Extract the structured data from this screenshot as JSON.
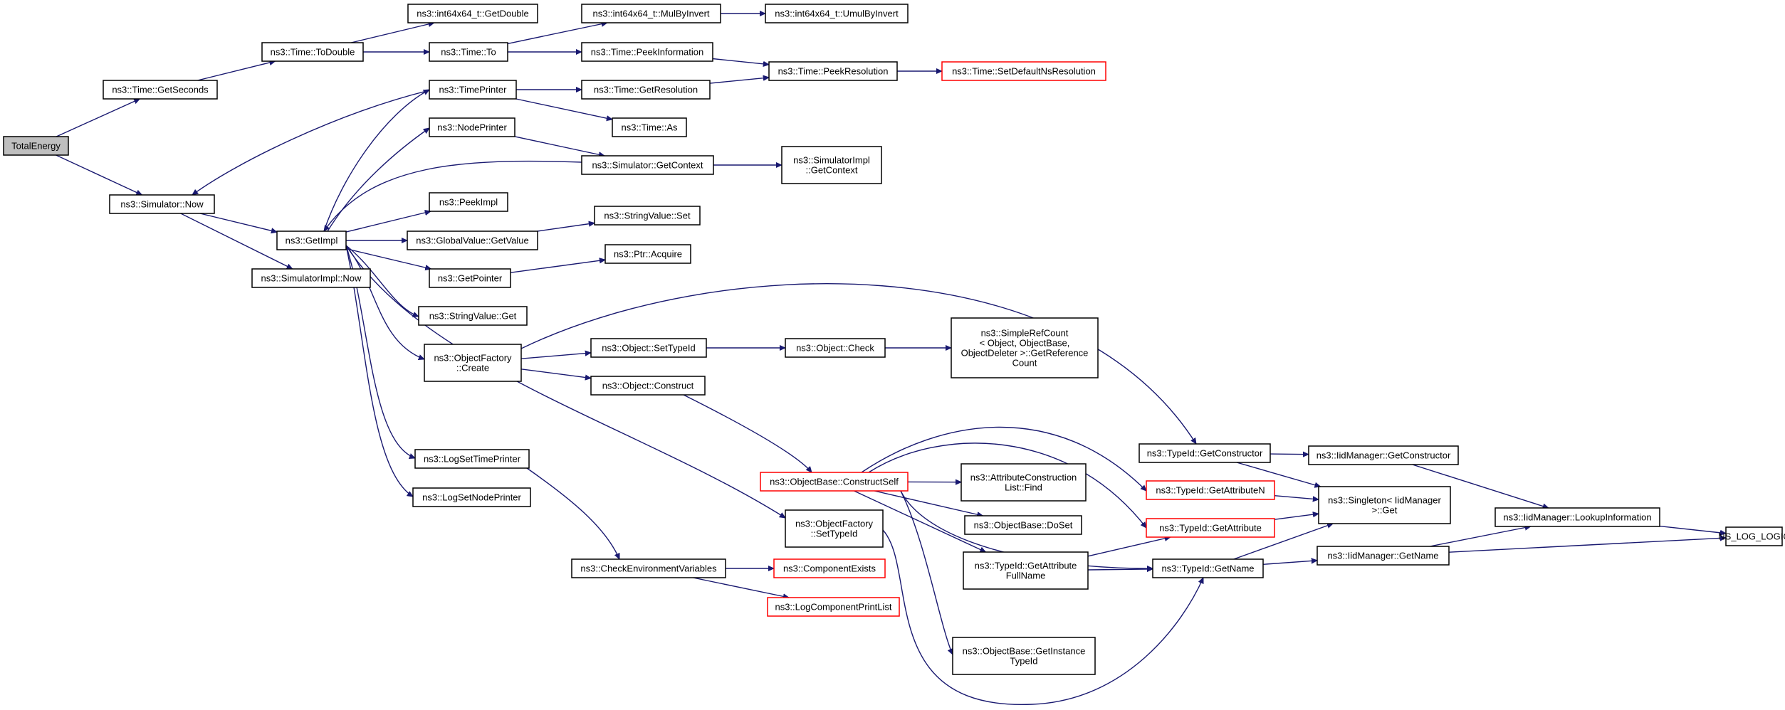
{
  "graph": {
    "edge_color": "#191970",
    "root_fill": "#bfbfbf",
    "highlight_border": "#ff0000",
    "nodes": [
      {
        "id": "total",
        "lines": [
          "TotalEnergy"
        ],
        "style": "root"
      },
      {
        "id": "getseconds",
        "lines": [
          "ns3::Time::GetSeconds"
        ],
        "style": "normal"
      },
      {
        "id": "simnow",
        "lines": [
          "ns3::Simulator::Now"
        ],
        "style": "normal"
      },
      {
        "id": "todouble",
        "lines": [
          "ns3::Time::ToDouble"
        ],
        "style": "normal"
      },
      {
        "id": "getdouble",
        "lines": [
          "ns3::int64x64_t::GetDouble"
        ],
        "style": "normal"
      },
      {
        "id": "timeto",
        "lines": [
          "ns3::Time::To"
        ],
        "style": "normal"
      },
      {
        "id": "mulbyinvert",
        "lines": [
          "ns3::int64x64_t::MulByInvert"
        ],
        "style": "normal"
      },
      {
        "id": "umulbyinvert",
        "lines": [
          "ns3::int64x64_t::UmulByInvert"
        ],
        "style": "normal"
      },
      {
        "id": "peekinfo",
        "lines": [
          "ns3::Time::PeekInformation"
        ],
        "style": "normal"
      },
      {
        "id": "peekres",
        "lines": [
          "ns3::Time::PeekResolution"
        ],
        "style": "normal"
      },
      {
        "id": "setdefault",
        "lines": [
          "ns3::Time::SetDefaultNsResolution"
        ],
        "style": "red"
      },
      {
        "id": "timeprinter",
        "lines": [
          "ns3::TimePrinter"
        ],
        "style": "normal"
      },
      {
        "id": "getres",
        "lines": [
          "ns3::Time::GetResolution"
        ],
        "style": "normal"
      },
      {
        "id": "timeas",
        "lines": [
          "ns3::Time::As"
        ],
        "style": "normal"
      },
      {
        "id": "nodeprinter",
        "lines": [
          "ns3::NodePrinter"
        ],
        "style": "normal"
      },
      {
        "id": "simgetcontext",
        "lines": [
          "ns3::Simulator::GetContext"
        ],
        "style": "normal"
      },
      {
        "id": "simimplgetcontext",
        "lines": [
          "ns3::SimulatorImpl",
          "::GetContext"
        ],
        "style": "normal"
      },
      {
        "id": "getimpl",
        "lines": [
          "ns3::GetImpl"
        ],
        "style": "normal"
      },
      {
        "id": "simimplnow",
        "lines": [
          "ns3::SimulatorImpl::Now"
        ],
        "style": "normal"
      },
      {
        "id": "peekimpl",
        "lines": [
          "ns3::PeekImpl"
        ],
        "style": "normal"
      },
      {
        "id": "gvgetvalue",
        "lines": [
          "ns3::GlobalValue::GetValue"
        ],
        "style": "normal"
      },
      {
        "id": "strvalset",
        "lines": [
          "ns3::StringValue::Set"
        ],
        "style": "normal"
      },
      {
        "id": "getpointer",
        "lines": [
          "ns3::GetPointer"
        ],
        "style": "normal"
      },
      {
        "id": "ptracquire",
        "lines": [
          "ns3::Ptr::Acquire"
        ],
        "style": "normal"
      },
      {
        "id": "strvalget",
        "lines": [
          "ns3::StringValue::Get"
        ],
        "style": "normal"
      },
      {
        "id": "ofcreate",
        "lines": [
          "ns3::ObjectFactory",
          "::Create"
        ],
        "style": "normal"
      },
      {
        "id": "objsettypeid",
        "lines": [
          "ns3::Object::SetTypeId"
        ],
        "style": "normal"
      },
      {
        "id": "objcheck",
        "lines": [
          "ns3::Object::Check"
        ],
        "style": "normal"
      },
      {
        "id": "simplerefcount",
        "lines": [
          "ns3::SimpleRefCount",
          "< Object, ObjectBase,",
          " ObjectDeleter >::GetReference",
          "Count"
        ],
        "style": "normal"
      },
      {
        "id": "objconstruct",
        "lines": [
          "ns3::Object::Construct"
        ],
        "style": "normal"
      },
      {
        "id": "tidgetconstructor",
        "lines": [
          "ns3::TypeId::GetConstructor"
        ],
        "style": "normal"
      },
      {
        "id": "iidgetconstructor",
        "lines": [
          "ns3::IidManager::GetConstructor"
        ],
        "style": "normal"
      },
      {
        "id": "logsettimeprinter",
        "lines": [
          "ns3::LogSetTimePrinter"
        ],
        "style": "normal"
      },
      {
        "id": "logsetnodeprinter",
        "lines": [
          "ns3::LogSetNodePrinter"
        ],
        "style": "normal"
      },
      {
        "id": "obconstructself",
        "lines": [
          "ns3::ObjectBase::ConstructSelf"
        ],
        "style": "red"
      },
      {
        "id": "attrconstruction",
        "lines": [
          "ns3::AttributeConstruction",
          "List::Find"
        ],
        "style": "normal"
      },
      {
        "id": "tidgetattributen",
        "lines": [
          "ns3::TypeId::GetAttributeN"
        ],
        "style": "red"
      },
      {
        "id": "singletonget",
        "lines": [
          "ns3::Singleton< IidManager",
          " >::Get"
        ],
        "style": "normal"
      },
      {
        "id": "iidlookup",
        "lines": [
          "ns3::IidManager::LookupInformation"
        ],
        "style": "normal"
      },
      {
        "id": "nsloglogic",
        "lines": [
          "NS_LOG_LOGIC"
        ],
        "style": "normal"
      },
      {
        "id": "ofsettypeid",
        "lines": [
          "ns3::ObjectFactory",
          "::SetTypeId"
        ],
        "style": "normal"
      },
      {
        "id": "obdoset",
        "lines": [
          "ns3::ObjectBase::DoSet"
        ],
        "style": "normal"
      },
      {
        "id": "tidgetattribute",
        "lines": [
          "ns3::TypeId::GetAttribute"
        ],
        "style": "red"
      },
      {
        "id": "tidgetattrfullname",
        "lines": [
          "ns3::TypeId::GetAttribute",
          "FullName"
        ],
        "style": "normal"
      },
      {
        "id": "tidgetname",
        "lines": [
          "ns3::TypeId::GetName"
        ],
        "style": "normal"
      },
      {
        "id": "iidgetname",
        "lines": [
          "ns3::IidManager::GetName"
        ],
        "style": "normal"
      },
      {
        "id": "checkenv",
        "lines": [
          "ns3::CheckEnvironmentVariables"
        ],
        "style": "normal"
      },
      {
        "id": "componentexists",
        "lines": [
          "ns3::ComponentExists"
        ],
        "style": "red"
      },
      {
        "id": "logcomponentprintlist",
        "lines": [
          "ns3::LogComponentPrintList"
        ],
        "style": "red"
      },
      {
        "id": "obgetinstancetypeid",
        "lines": [
          "ns3::ObjectBase::GetInstance",
          "TypeId"
        ],
        "style": "normal"
      }
    ]
  }
}
